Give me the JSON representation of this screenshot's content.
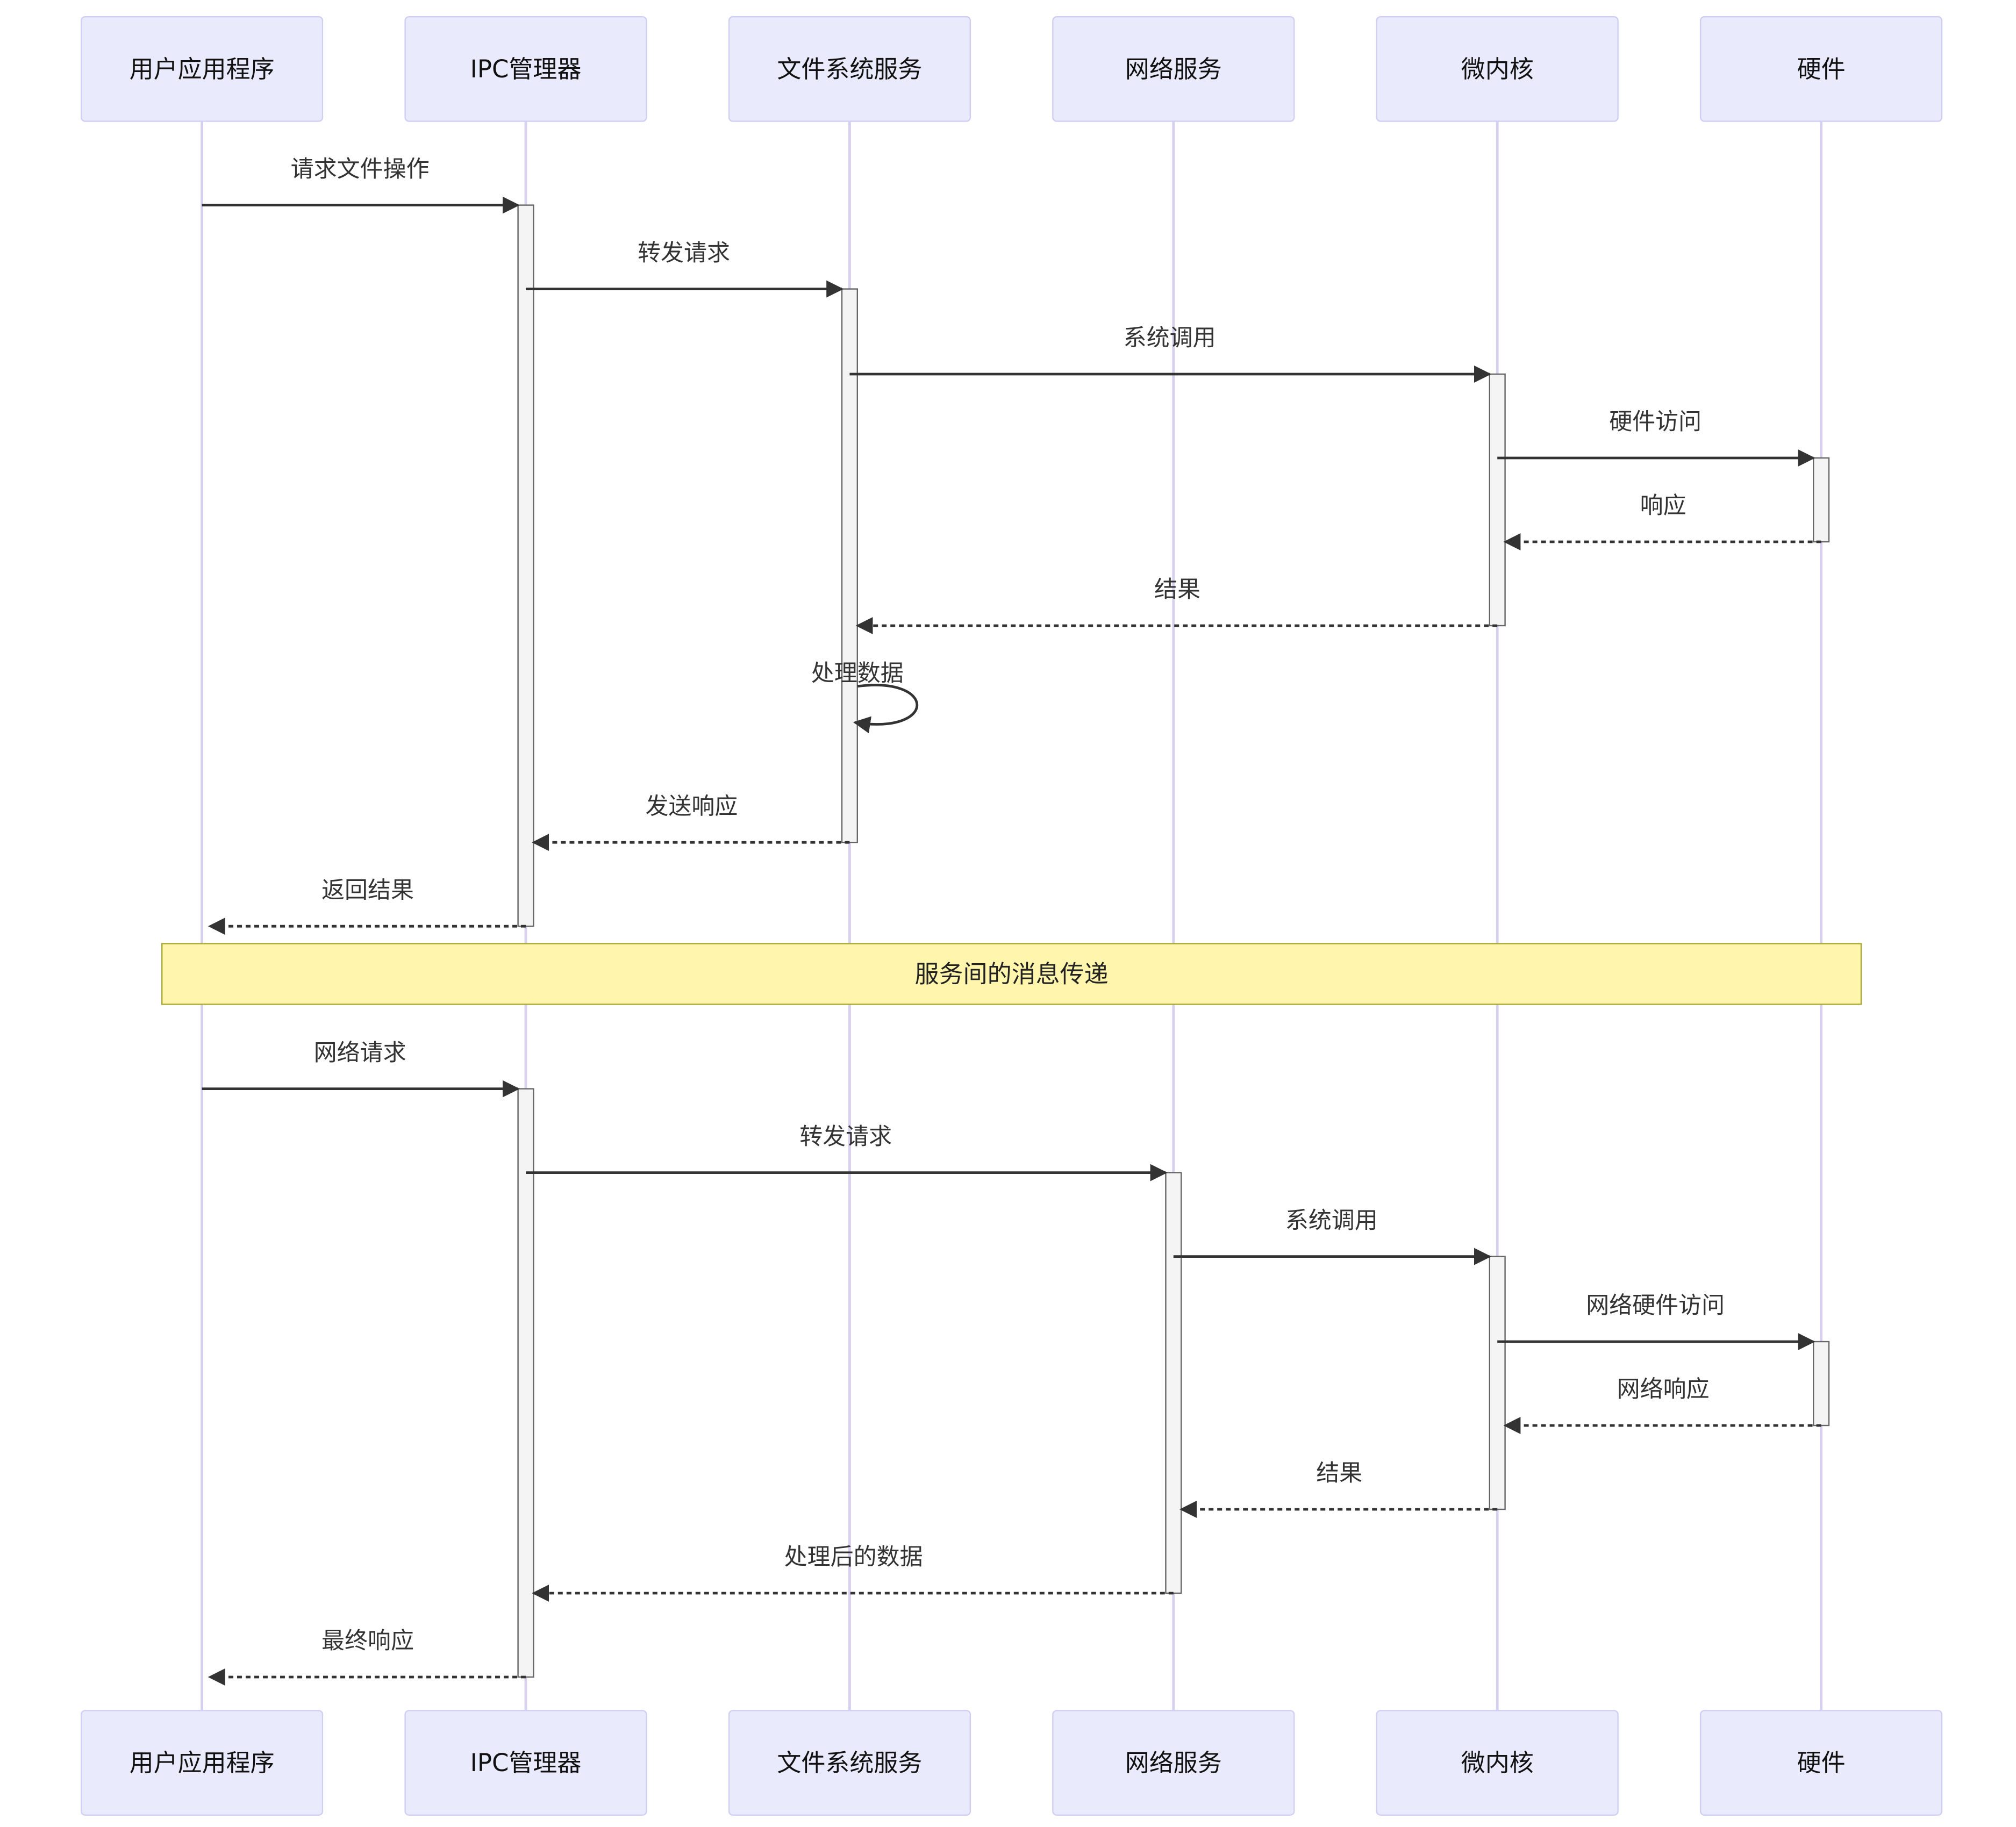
{
  "participants": [
    {
      "id": "user",
      "label": "用户应用程序"
    },
    {
      "id": "ipc",
      "label": "IPC管理器"
    },
    {
      "id": "fs",
      "label": "文件系统服务"
    },
    {
      "id": "net",
      "label": "网络服务"
    },
    {
      "id": "kernel",
      "label": "微内核"
    },
    {
      "id": "hw",
      "label": "硬件"
    }
  ],
  "messages": [
    {
      "from": "user",
      "to": "ipc",
      "label": "请求文件操作",
      "style": "solid"
    },
    {
      "from": "ipc",
      "to": "fs",
      "label": "转发请求",
      "style": "solid"
    },
    {
      "from": "fs",
      "to": "kernel",
      "label": "系统调用",
      "style": "solid"
    },
    {
      "from": "kernel",
      "to": "hw",
      "label": "硬件访问",
      "style": "solid"
    },
    {
      "from": "hw",
      "to": "kernel",
      "label": "响应",
      "style": "dashed"
    },
    {
      "from": "kernel",
      "to": "fs",
      "label": "结果",
      "style": "dashed"
    },
    {
      "from": "fs",
      "to": "fs",
      "label": "处理数据",
      "style": "self"
    },
    {
      "from": "fs",
      "to": "ipc",
      "label": "发送响应",
      "style": "dashed"
    },
    {
      "from": "ipc",
      "to": "user",
      "label": "返回结果",
      "style": "dashed"
    },
    {
      "note": true,
      "from": "user",
      "to": "hw",
      "label": "服务间的消息传递"
    },
    {
      "from": "user",
      "to": "ipc",
      "label": "网络请求",
      "style": "solid"
    },
    {
      "from": "ipc",
      "to": "net",
      "label": "转发请求",
      "style": "solid"
    },
    {
      "from": "net",
      "to": "kernel",
      "label": "系统调用",
      "style": "solid"
    },
    {
      "from": "kernel",
      "to": "hw",
      "label": "网络硬件访问",
      "style": "solid"
    },
    {
      "from": "hw",
      "to": "kernel",
      "label": "网络响应",
      "style": "dashed"
    },
    {
      "from": "kernel",
      "to": "net",
      "label": "结果",
      "style": "dashed"
    },
    {
      "from": "net",
      "to": "ipc",
      "label": "处理后的数据",
      "style": "dashed"
    },
    {
      "from": "ipc",
      "to": "user",
      "label": "最终响应",
      "style": "dashed"
    }
  ],
  "activations": [
    {
      "participant": "ipc",
      "start": 0,
      "end": 8
    },
    {
      "participant": "fs",
      "start": 1,
      "end": 7
    },
    {
      "participant": "kernel",
      "start": 2,
      "end": 5
    },
    {
      "participant": "hw",
      "start": 3,
      "end": 4
    },
    {
      "participant": "ipc",
      "start": 10,
      "end": 17
    },
    {
      "participant": "net",
      "start": 11,
      "end": 16
    },
    {
      "participant": "kernel",
      "start": 12,
      "end": 15
    },
    {
      "participant": "hw",
      "start": 13,
      "end": 14
    }
  ]
}
